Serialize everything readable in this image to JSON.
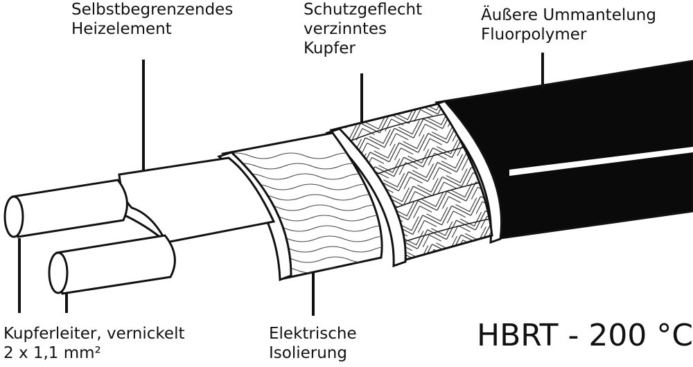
{
  "labels": {
    "heizelement": [
      "Selbstbegrenzendes",
      "Heizelement"
    ],
    "schutzgeflecht": [
      "Schutzgeflecht",
      "verzinntes",
      "Kupfer"
    ],
    "ummantelung": [
      "Äußere Ummantelung",
      "Fluorpolymer"
    ],
    "kupferleiter": [
      "Kupferleiter, vernickelt",
      "2 x 1,1 mm²"
    ],
    "isolierung": [
      "Elektrische",
      "Isolierung"
    ]
  },
  "title": "HBRT - 200 °C",
  "colors": {
    "outline": "#111111",
    "jacket": "#0a0a0a",
    "background": "#ffffff"
  }
}
